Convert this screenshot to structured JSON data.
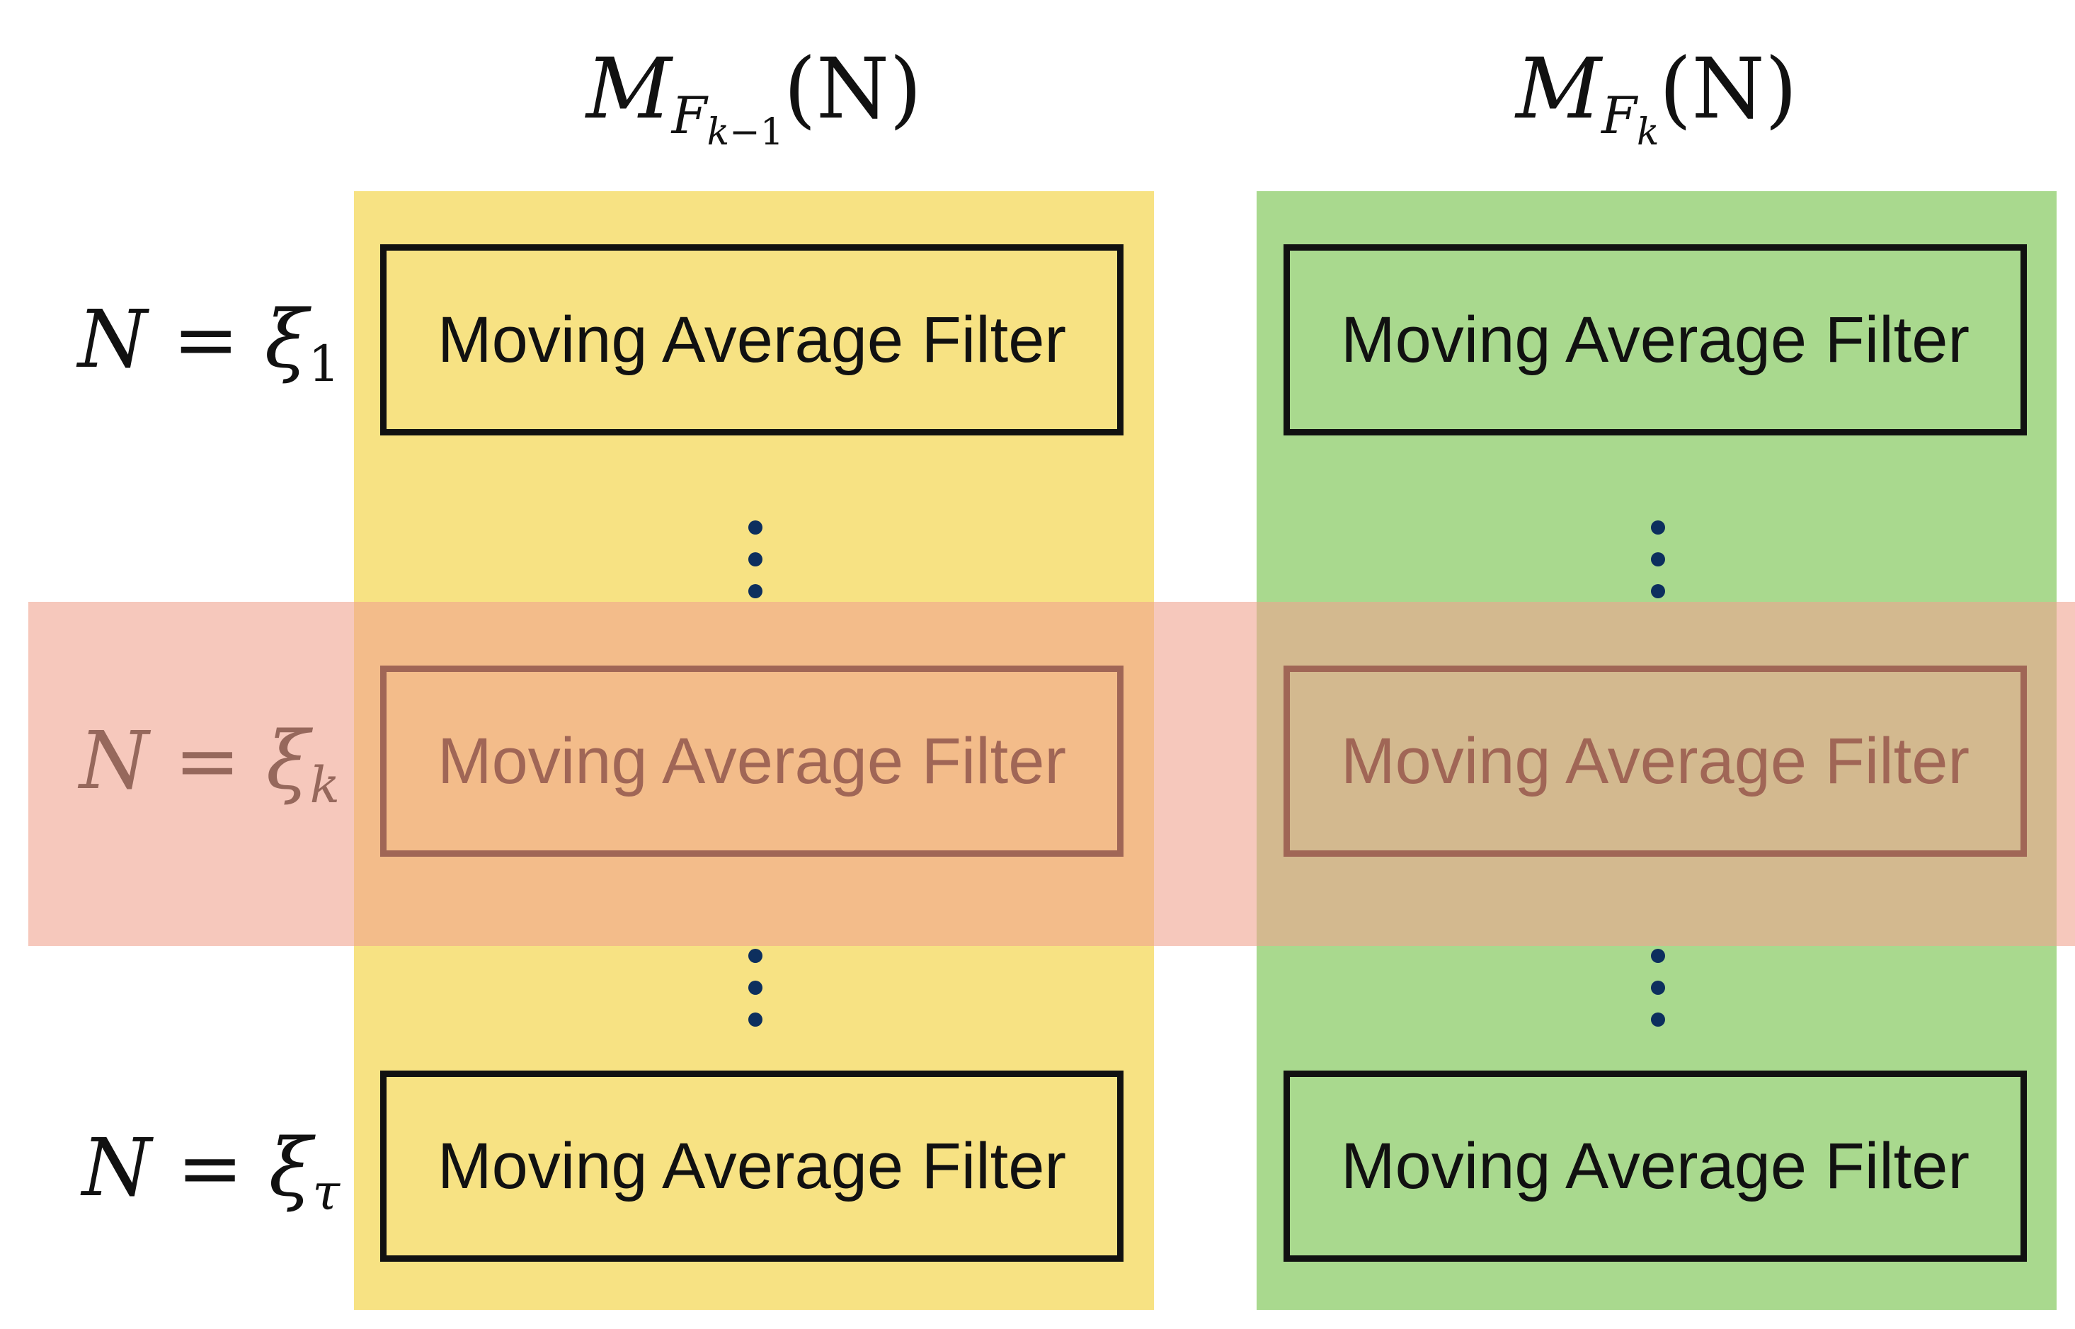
{
  "columns": {
    "left": {
      "symbol": "M",
      "sub": "F",
      "subsub": "k",
      "subsub_tail": "−1",
      "arg": "(N)",
      "color": "#f7e283"
    },
    "right": {
      "symbol": "M",
      "sub": "F",
      "subsub": "k",
      "arg": "(N)",
      "color": "#a9d98e"
    }
  },
  "highlight": {
    "color": "#f0a38f"
  },
  "rows": [
    {
      "var": "N",
      "eq": "=",
      "xi": "ξ",
      "sub": "1"
    },
    {
      "var": "N",
      "eq": "=",
      "xi": "ξ",
      "sub": "k"
    },
    {
      "var": "N",
      "eq": "=",
      "xi": "ξ",
      "sub": "τ"
    }
  ],
  "filter_label": "Moving Average Filter",
  "dot_color": "#0d2f5e",
  "highlight_left_box_color": "#f0b060",
  "highlight_right_box_color": "#b7a86a"
}
